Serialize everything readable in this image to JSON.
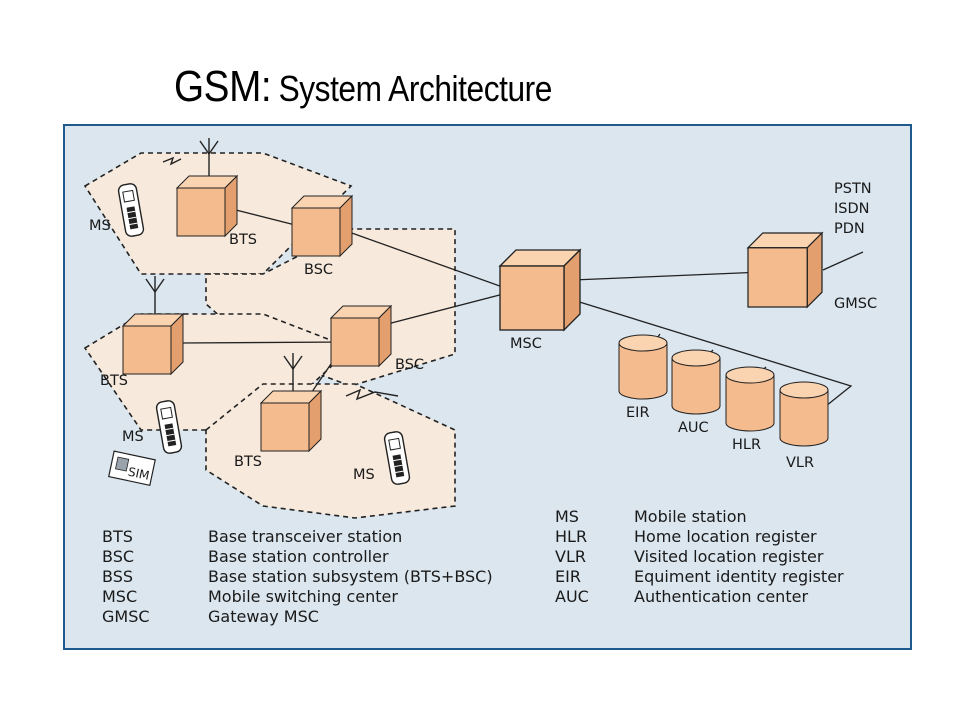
{
  "title": {
    "main": "GSM:",
    "sub": "System Architecture"
  },
  "colors": {
    "panel_bg": "#dbe6ef",
    "panel_border": "#1f5a8e",
    "cell_fill": "#f7e9dc",
    "node_fill": "#f4bb8e",
    "node_stroke": "#222222"
  },
  "labels": {
    "ms_top": "MS",
    "bts_top": "BTS",
    "bsc_top": "BSC",
    "bts_left": "BTS",
    "bsc_mid": "BSC",
    "ms_left": "MS",
    "sim": "SIM",
    "bts_bottom": "BTS",
    "ms_bottom": "MS",
    "msc": "MSC",
    "gmsc": "GMSC",
    "pstn": "PSTN",
    "isdn": "ISDN",
    "pdn": "PDN",
    "eir": "EIR",
    "auc": "AUC",
    "hlr": "HLR",
    "vlr": "VLR"
  },
  "legend": {
    "left": [
      {
        "abbr": "BTS",
        "desc": "Base transceiver station"
      },
      {
        "abbr": "BSC",
        "desc": "Base station controller"
      },
      {
        "abbr": "BSS",
        "desc": "Base station subsystem (BTS+BSC)"
      },
      {
        "abbr": "MSC",
        "desc": "Mobile switching center"
      },
      {
        "abbr": "GMSC",
        "desc": "Gateway MSC"
      }
    ],
    "right": [
      {
        "abbr": "MS",
        "desc": "Mobile station"
      },
      {
        "abbr": "HLR",
        "desc": "Home location register"
      },
      {
        "abbr": "VLR",
        "desc": "Visited location register"
      },
      {
        "abbr": "EIR",
        "desc": "Equiment identity register"
      },
      {
        "abbr": "AUC",
        "desc": "Authentication center"
      }
    ]
  }
}
